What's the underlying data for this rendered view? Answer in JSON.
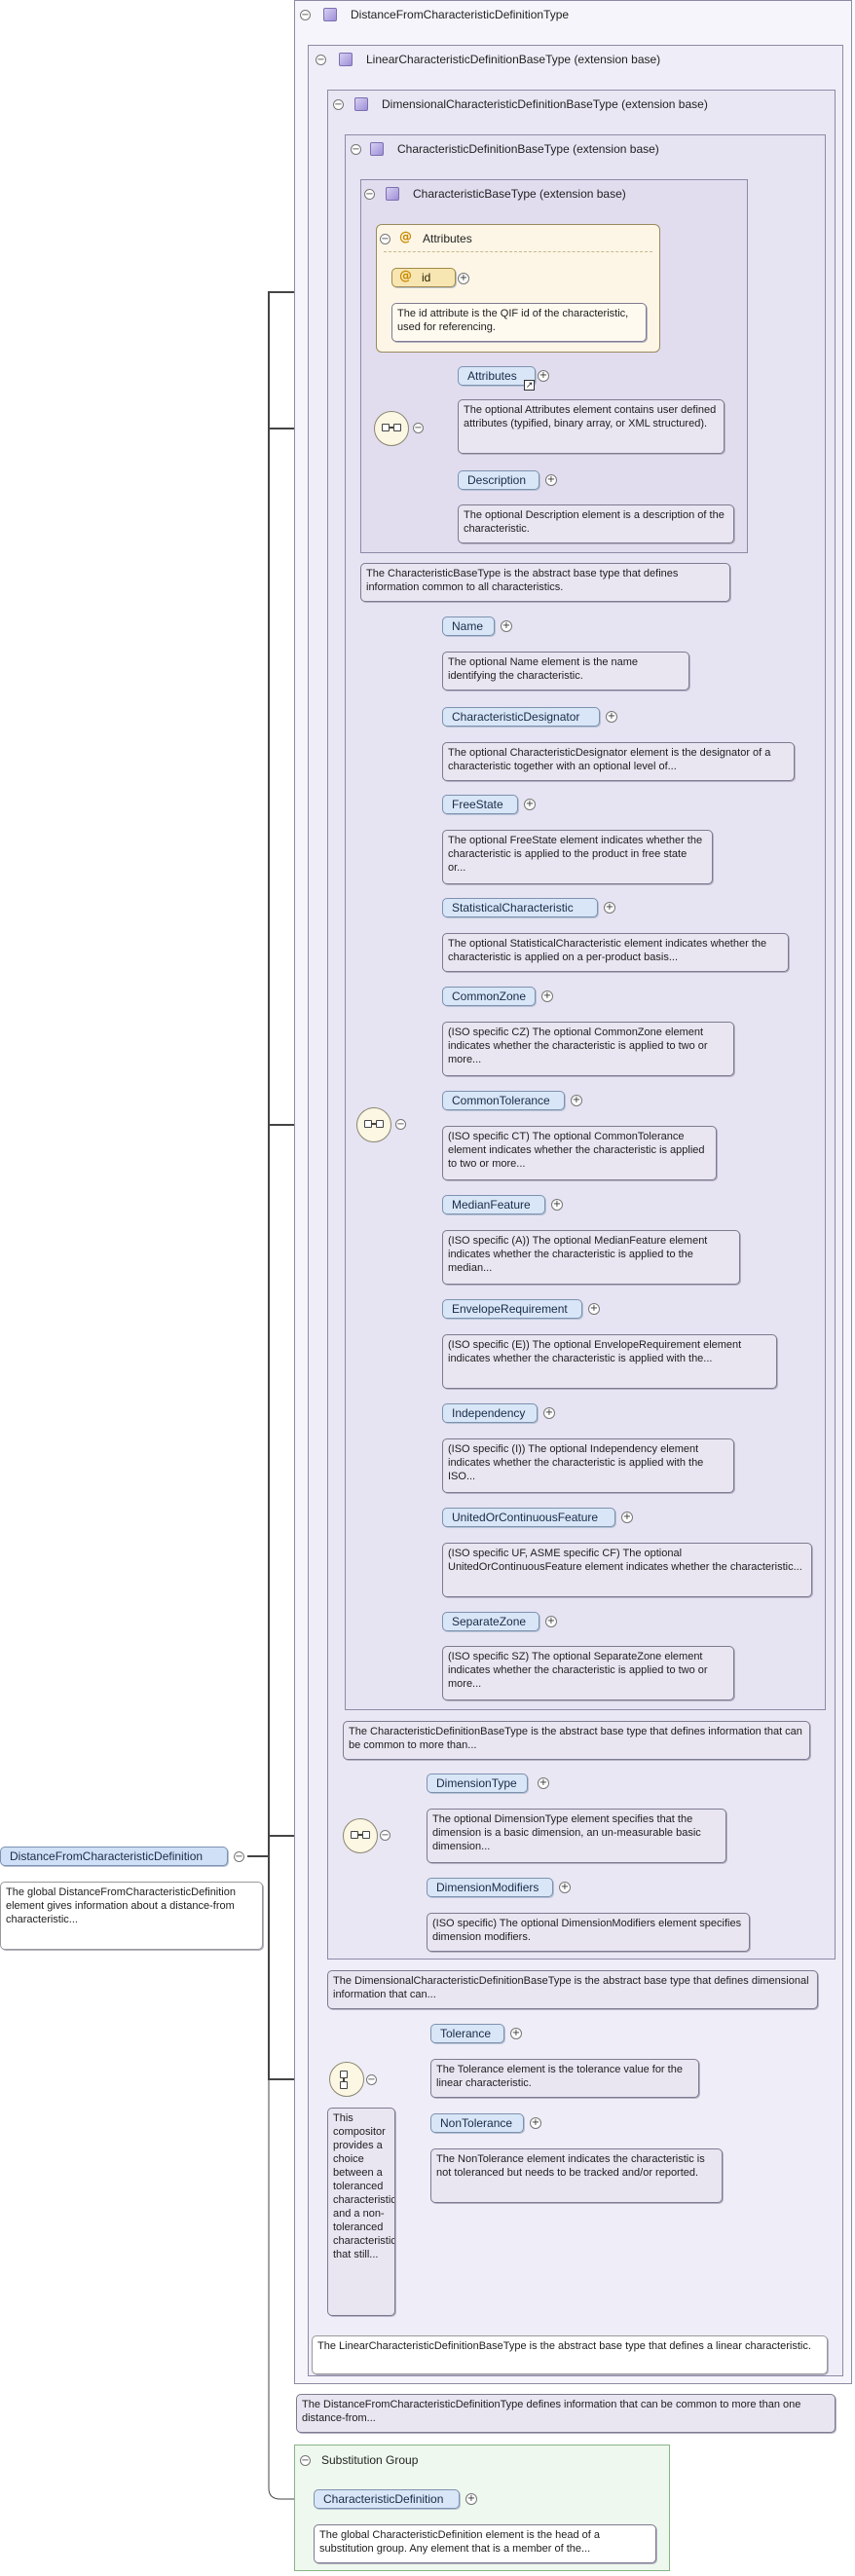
{
  "root": {
    "name": "DistanceFromCharacteristicDefinition",
    "doc": "The global DistanceFromCharacteristicDefinition element gives information about a distance-from characteristic..."
  },
  "types": {
    "distance": "DistanceFromCharacteristicDefinitionType",
    "distance_doc": "The DistanceFromCharacteristicDefinitionType defines information that can be common to more than one distance-from...",
    "linear": "LinearCharacteristicDefinitionBaseType (extension base)",
    "linear_doc": "The LinearCharacteristicDefinitionBaseType is the abstract base type that defines a linear characteristic.",
    "dimensional": "DimensionalCharacteristicDefinitionBaseType (extension base)",
    "dimensional_doc": "The DimensionalCharacteristicDefinitionBaseType is the abstract base type that defines dimensional information that can...",
    "definition": "CharacteristicDefinitionBaseType (extension base)",
    "definition_doc": "The CharacteristicDefinitionBaseType is the abstract base type that defines information that can be common to more than...",
    "base": "CharacteristicBaseType (extension base)",
    "base_doc": "The CharacteristicBaseType is the abstract base type that defines information common to all characteristics."
  },
  "attributes_group": {
    "title": "Attributes",
    "id_label": "id",
    "id_doc": "The id attribute is the QIF id of the characteristic, used for referencing."
  },
  "base_elements": [
    {
      "name": "Attributes",
      "doc": "The optional Attributes element contains user defined attributes (typified, binary array, or XML structured)."
    },
    {
      "name": "Description",
      "doc": "The optional Description element is a description of the characteristic."
    }
  ],
  "definition_elements": [
    {
      "name": "Name",
      "doc": "The optional Name element is the name identifying the characteristic."
    },
    {
      "name": "CharacteristicDesignator",
      "doc": "The optional CharacteristicDesignator element is the designator of a characteristic together with an optional level of..."
    },
    {
      "name": "FreeState",
      "doc": "The optional FreeState element indicates whether the characteristic is applied to the product in free state or..."
    },
    {
      "name": "StatisticalCharacteristic",
      "doc": "The optional StatisticalCharacteristic element indicates whether the characteristic is applied on a per-product basis..."
    },
    {
      "name": "CommonZone",
      "doc": "(ISO specific CZ) The optional CommonZone element indicates whether the characteristic is applied to two or more..."
    },
    {
      "name": "CommonTolerance",
      "doc": "(ISO specific CT) The optional CommonTolerance element indicates whether the characteristic is applied to two or more..."
    },
    {
      "name": "MedianFeature",
      "doc": "(ISO specific (A)) The optional MedianFeature element indicates whether the characteristic is applied to the median..."
    },
    {
      "name": "EnvelopeRequirement",
      "doc": "(ISO specific (E)) The optional EnvelopeRequirement element indicates whether the characteristic is applied with the..."
    },
    {
      "name": "Independency",
      "doc": "(ISO specific (I)) The optional Independency element indicates whether the characteristic is applied with the ISO..."
    },
    {
      "name": "UnitedOrContinuousFeature",
      "doc": "(ISO specific UF, ASME specific CF) The optional UnitedOrContinuousFeature element indicates whether the characteristic..."
    },
    {
      "name": "SeparateZone",
      "doc": "(ISO specific SZ) The optional SeparateZone element indicates whether the characteristic is applied to two or more..."
    }
  ],
  "dimensional_elements": [
    {
      "name": "DimensionType",
      "doc": "The optional DimensionType element specifies that the dimension is a basic dimension, an un-measurable basic dimension..."
    },
    {
      "name": "DimensionModifiers",
      "doc": "(ISO specific) The optional DimensionModifiers element specifies dimension modifiers."
    }
  ],
  "linear_choice": {
    "doc": "This compositor provides a choice between a toleranced characteristic and a non-toleranced characteristic that still...",
    "elements": [
      {
        "name": "Tolerance",
        "doc": "The Tolerance element is the tolerance value for the linear characteristic."
      },
      {
        "name": "NonTolerance",
        "doc": "The NonTolerance element indicates the characteristic is not toleranced but needs to be tracked and/or reported."
      }
    ]
  },
  "substitution": {
    "title": "Substitution Group",
    "element": "CharacteristicDefinition",
    "doc": "The global CharacteristicDefinition element is the head of a substitution group. Any element that is a member of the..."
  },
  "icons": {
    "expand": "expand-plus-icon",
    "collapse": "collapse-minus-icon",
    "type": "complex-type-icon",
    "sequence": "sequence-compositor-icon",
    "choice": "choice-compositor-icon",
    "attribute": "attribute-at-icon",
    "link": "link-arrow-icon"
  },
  "colors": {
    "element_fill": "#d8e6f7",
    "doc_fill": "#e9e6f2",
    "attribute_fill": "#f8e6b2",
    "substitution_fill": "#eef8ee"
  }
}
